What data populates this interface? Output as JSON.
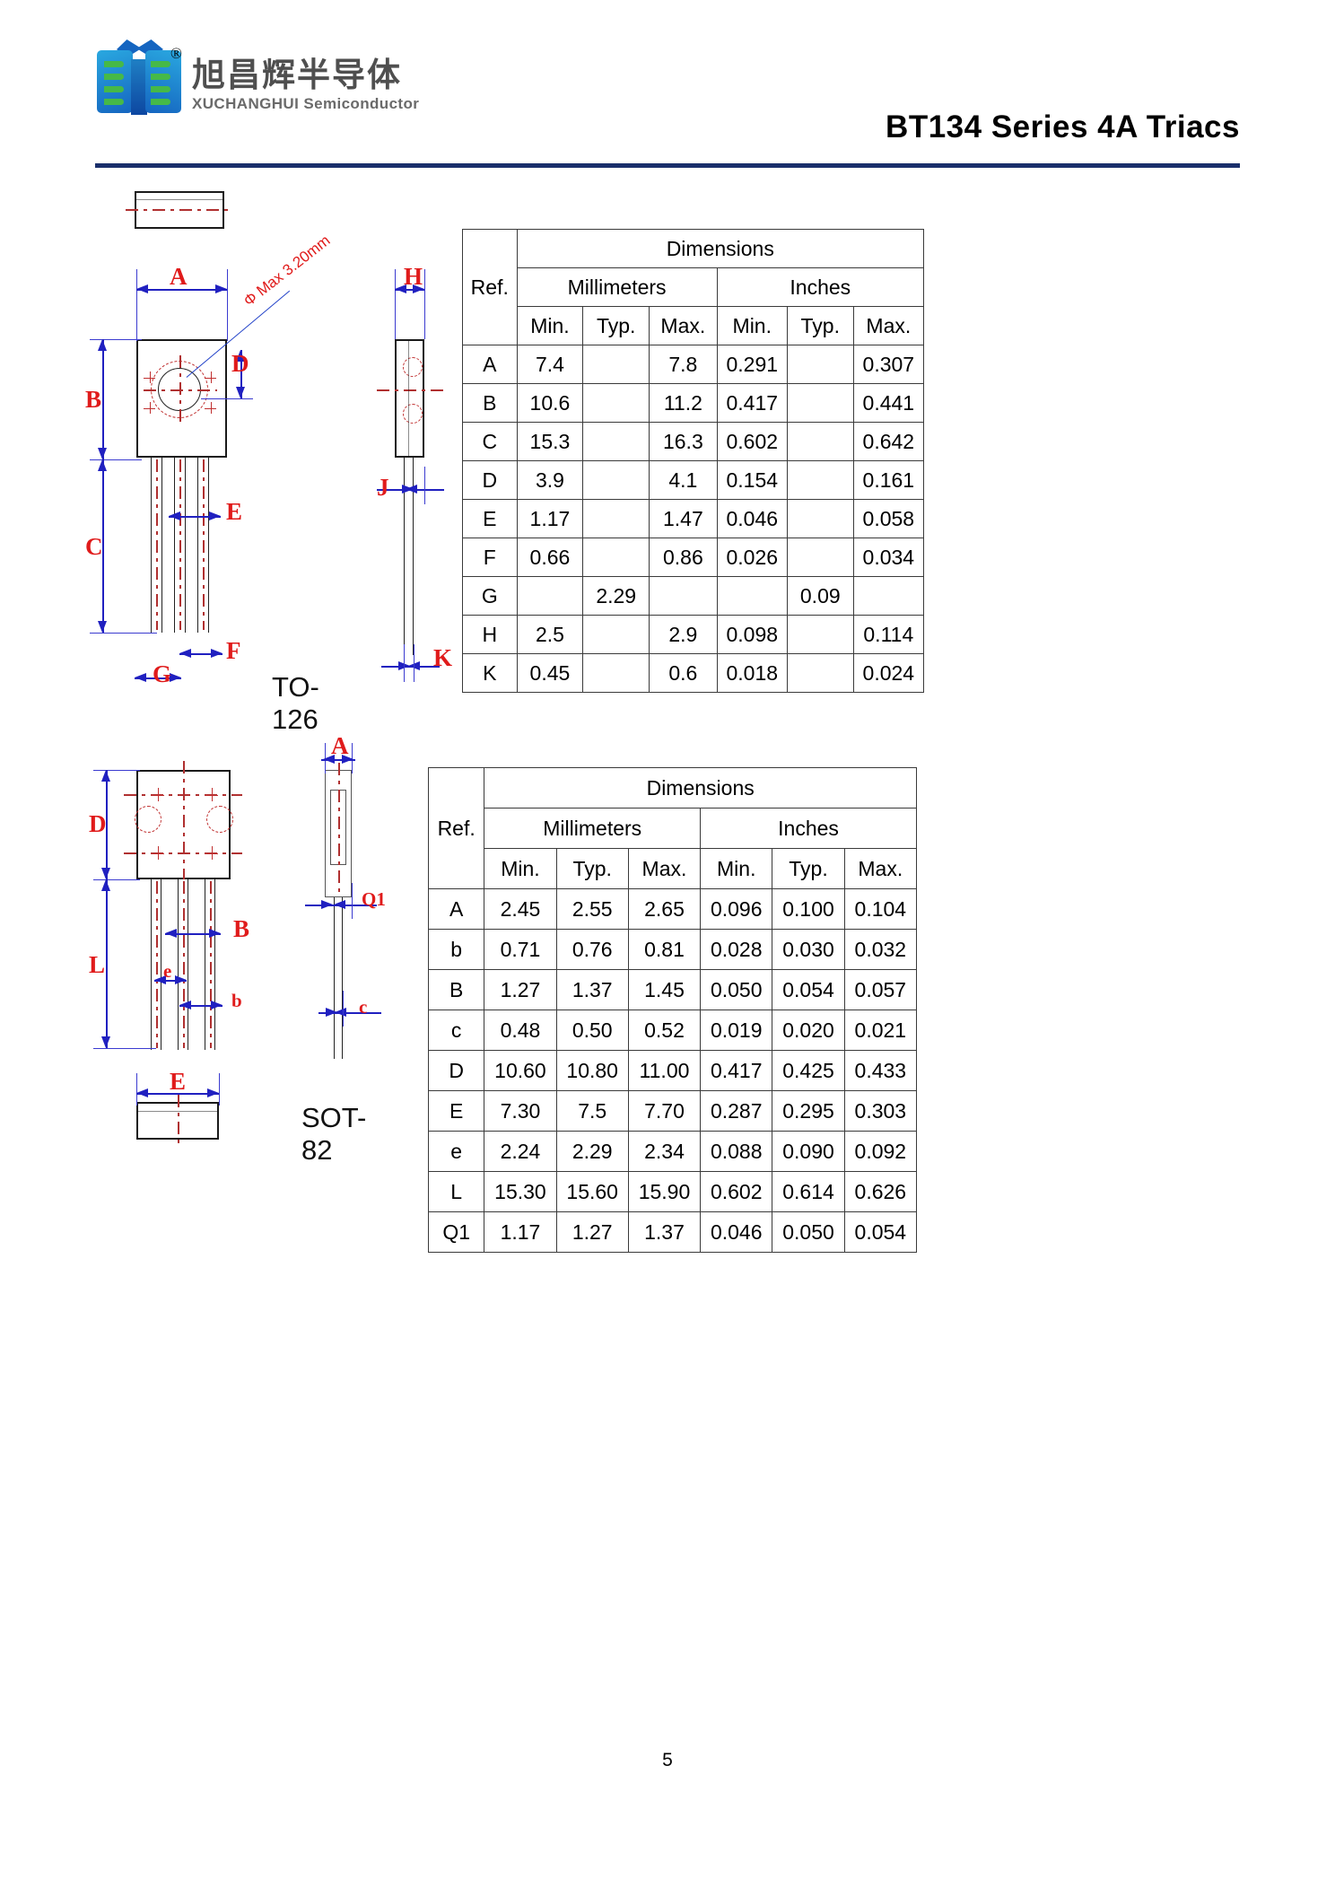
{
  "header": {
    "company_cn": "旭昌辉半导体",
    "company_en": "XUCHANGHUI Semiconductor",
    "registered_mark": "®",
    "title": "BT134 Series 4A Triacs"
  },
  "packages": [
    {
      "name": "TO-126",
      "note": "Φ Max 3.20mm",
      "dim_labels": [
        "A",
        "B",
        "C",
        "D",
        "E",
        "F",
        "G",
        "H",
        "J",
        "K"
      ],
      "table": {
        "group_header": "Dimensions",
        "ref_header": "Ref.",
        "unit_headers": [
          "Millimeters",
          "Inches"
        ],
        "sub_headers": [
          "Min.",
          "Typ.",
          "Max.",
          "Min.",
          "Typ.",
          "Max."
        ],
        "rows": [
          {
            "ref": "A",
            "mm_min": "7.4",
            "mm_typ": "",
            "mm_max": "7.8",
            "in_min": "0.291",
            "in_typ": "",
            "in_max": "0.307"
          },
          {
            "ref": "B",
            "mm_min": "10.6",
            "mm_typ": "",
            "mm_max": "11.2",
            "in_min": "0.417",
            "in_typ": "",
            "in_max": "0.441"
          },
          {
            "ref": "C",
            "mm_min": "15.3",
            "mm_typ": "",
            "mm_max": "16.3",
            "in_min": "0.602",
            "in_typ": "",
            "in_max": "0.642"
          },
          {
            "ref": "D",
            "mm_min": "3.9",
            "mm_typ": "",
            "mm_max": "4.1",
            "in_min": "0.154",
            "in_typ": "",
            "in_max": "0.161"
          },
          {
            "ref": "E",
            "mm_min": "1.17",
            "mm_typ": "",
            "mm_max": "1.47",
            "in_min": "0.046",
            "in_typ": "",
            "in_max": "0.058"
          },
          {
            "ref": "F",
            "mm_min": "0.66",
            "mm_typ": "",
            "mm_max": "0.86",
            "in_min": "0.026",
            "in_typ": "",
            "in_max": "0.034"
          },
          {
            "ref": "G",
            "mm_min": "",
            "mm_typ": "2.29",
            "mm_max": "",
            "in_min": "",
            "in_typ": "0.09",
            "in_max": ""
          },
          {
            "ref": "H",
            "mm_min": "2.5",
            "mm_typ": "",
            "mm_max": "2.9",
            "in_min": "0.098",
            "in_typ": "",
            "in_max": "0.114"
          },
          {
            "ref": "K",
            "mm_min": "0.45",
            "mm_typ": "",
            "mm_max": "0.6",
            "in_min": "0.018",
            "in_typ": "",
            "in_max": "0.024"
          }
        ]
      }
    },
    {
      "name": "SOT-82",
      "dim_labels": [
        "A",
        "B",
        "D",
        "E",
        "L",
        "b",
        "c",
        "e",
        "Q1"
      ],
      "table": {
        "group_header": "Dimensions",
        "ref_header": "Ref.",
        "unit_headers": [
          "Millimeters",
          "Inches"
        ],
        "sub_headers": [
          "Min.",
          "Typ.",
          "Max.",
          "Min.",
          "Typ.",
          "Max."
        ],
        "rows": [
          {
            "ref": "A",
            "mm_min": "2.45",
            "mm_typ": "2.55",
            "mm_max": "2.65",
            "in_min": "0.096",
            "in_typ": "0.100",
            "in_max": "0.104"
          },
          {
            "ref": "b",
            "mm_min": "0.71",
            "mm_typ": "0.76",
            "mm_max": "0.81",
            "in_min": "0.028",
            "in_typ": "0.030",
            "in_max": "0.032"
          },
          {
            "ref": "B",
            "mm_min": "1.27",
            "mm_typ": "1.37",
            "mm_max": "1.45",
            "in_min": "0.050",
            "in_typ": "0.054",
            "in_max": "0.057"
          },
          {
            "ref": "c",
            "mm_min": "0.48",
            "mm_typ": "0.50",
            "mm_max": "0.52",
            "in_min": "0.019",
            "in_typ": "0.020",
            "in_max": "0.021"
          },
          {
            "ref": "D",
            "mm_min": "10.60",
            "mm_typ": "10.80",
            "mm_max": "11.00",
            "in_min": "0.417",
            "in_typ": "0.425",
            "in_max": "0.433"
          },
          {
            "ref": "E",
            "mm_min": "7.30",
            "mm_typ": "7.5",
            "mm_max": "7.70",
            "in_min": "0.287",
            "in_typ": "0.295",
            "in_max": "0.303"
          },
          {
            "ref": "e",
            "mm_min": "2.24",
            "mm_typ": "2.29",
            "mm_max": "2.34",
            "in_min": "0.088",
            "in_typ": "0.090",
            "in_max": "0.092"
          },
          {
            "ref": "L",
            "mm_min": "15.30",
            "mm_typ": "15.60",
            "mm_max": "15.90",
            "in_min": "0.602",
            "in_typ": "0.614",
            "in_max": "0.626"
          },
          {
            "ref": "Q1",
            "mm_min": "1.17",
            "mm_typ": "1.27",
            "mm_max": "1.37",
            "in_min": "0.046",
            "in_typ": "0.050",
            "in_max": "0.054"
          }
        ]
      }
    }
  ],
  "footer": {
    "page_number": "5"
  }
}
